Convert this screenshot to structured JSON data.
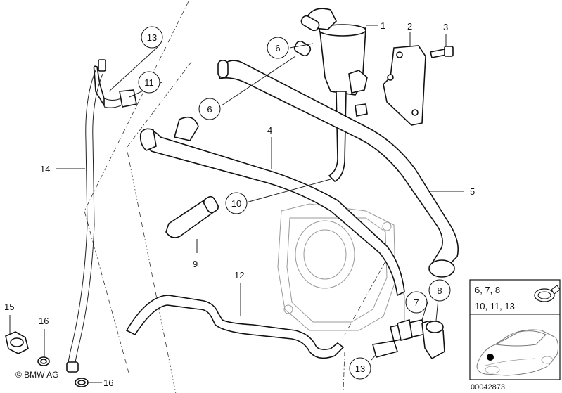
{
  "callouts": {
    "c1": "1",
    "c2": "2",
    "c3": "3",
    "c4": "4",
    "c5": "5",
    "c6a": "6",
    "c6b": "6",
    "c7": "7",
    "c8": "8",
    "c9": "9",
    "c10": "10",
    "c11": "11",
    "c12": "12",
    "c13a": "13",
    "c13b": "13",
    "c14": "14",
    "c15": "15",
    "c16a": "16",
    "c16b": "16"
  },
  "inset": {
    "line1": "6, 7, 8",
    "line2": "10, 11, 13"
  },
  "copyright": "© BMW AG",
  "diagram_number": "00042873"
}
